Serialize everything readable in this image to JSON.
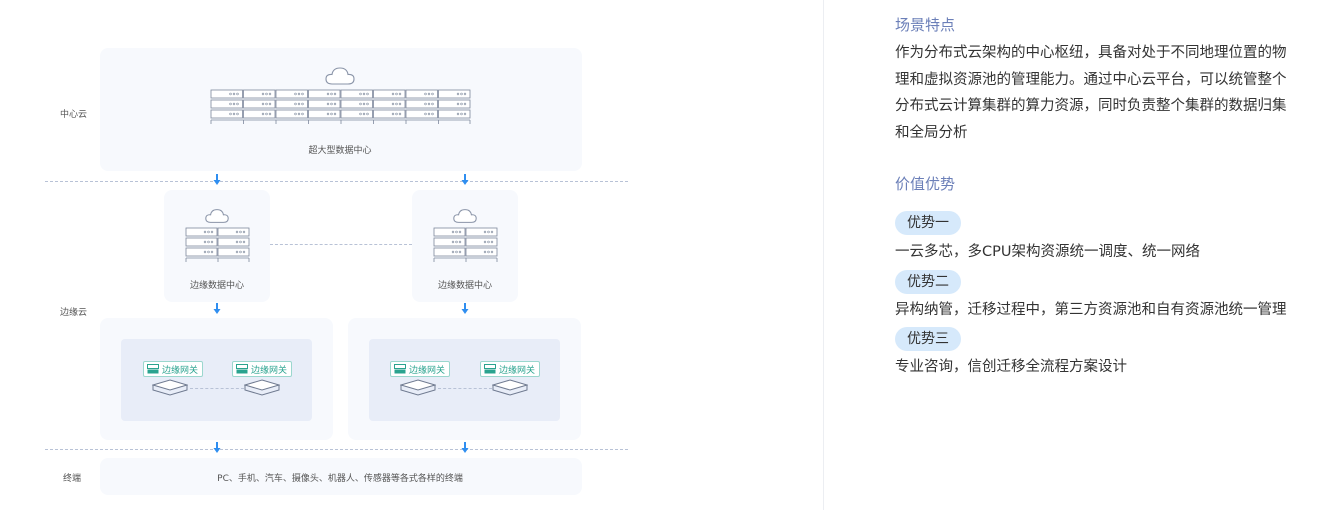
{
  "diagram": {
    "tiers": {
      "central": "中心云",
      "edge": "边缘云",
      "terminal": "终端"
    },
    "central_dc_label": "超大型数据中心",
    "edge_dc_labels": [
      "边缘数据中心",
      "边缘数据中心"
    ],
    "gateway_label": "边缘网关",
    "terminal_desc": "PC、手机、汽车、摄像头、机器人、传感器等各式各样的终端",
    "colors": {
      "arrow": "#2f8ef0",
      "gateway_text": "#2aa38f",
      "box_bg": "#f7f9fd",
      "inner_bg": "#e8edf8"
    },
    "icons": [
      "cloud-icon",
      "server-rack-icon",
      "gateway-icon",
      "layer-stack-icon",
      "arrow-down-icon"
    ]
  },
  "panel": {
    "scene_title": "场景特点",
    "scene_desc": "作为分布式云架构的中心枢纽，具备对处于不同地理位置的物理和虚拟资源池的管理能力。通过中心云平台，可以统管整个分布式云计算集群的算力资源，同时负责整个集群的数据归集和全局分析",
    "value_title": "价值优势",
    "advantages": [
      {
        "tag": "优势一",
        "desc": "一云多芯，多CPU架构资源统一调度、统一网络"
      },
      {
        "tag": "优势二",
        "desc": "异构纳管，迁移过程中，第三方资源池和自有资源池统一管理"
      },
      {
        "tag": "优势三",
        "desc": "专业咨询，信创迁移全流程方案设计"
      }
    ]
  }
}
